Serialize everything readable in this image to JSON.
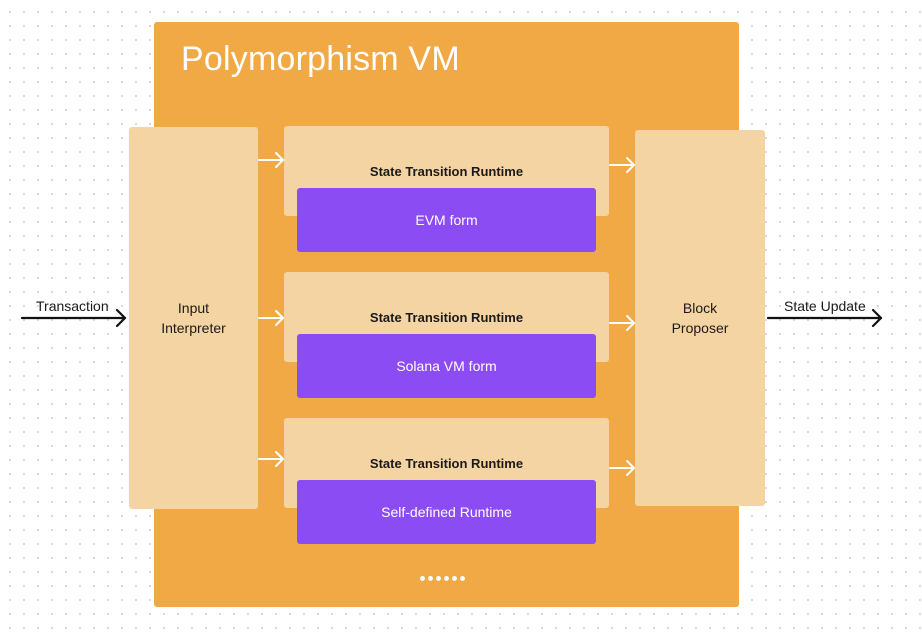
{
  "diagram": {
    "title": "Polymorphism VM",
    "input_label": "Transaction",
    "output_label": "State Update",
    "input_interpreter": [
      "Input",
      "Interpreter"
    ],
    "block_proposer": [
      "Block",
      "Proposer"
    ],
    "stages": [
      {
        "title": "State Transition Runtime",
        "runtime": "EVM form"
      },
      {
        "title": "State Transition Runtime",
        "runtime": "Solana VM form"
      },
      {
        "title": "State Transition Runtime",
        "runtime": "Self-defined Runtime"
      }
    ]
  },
  "colors": {
    "frame": "#f1a945",
    "box": "#f5d4a3",
    "runtime": "#8b4cf3",
    "arrow_white": "#ffffff",
    "arrow_black": "#111111"
  }
}
